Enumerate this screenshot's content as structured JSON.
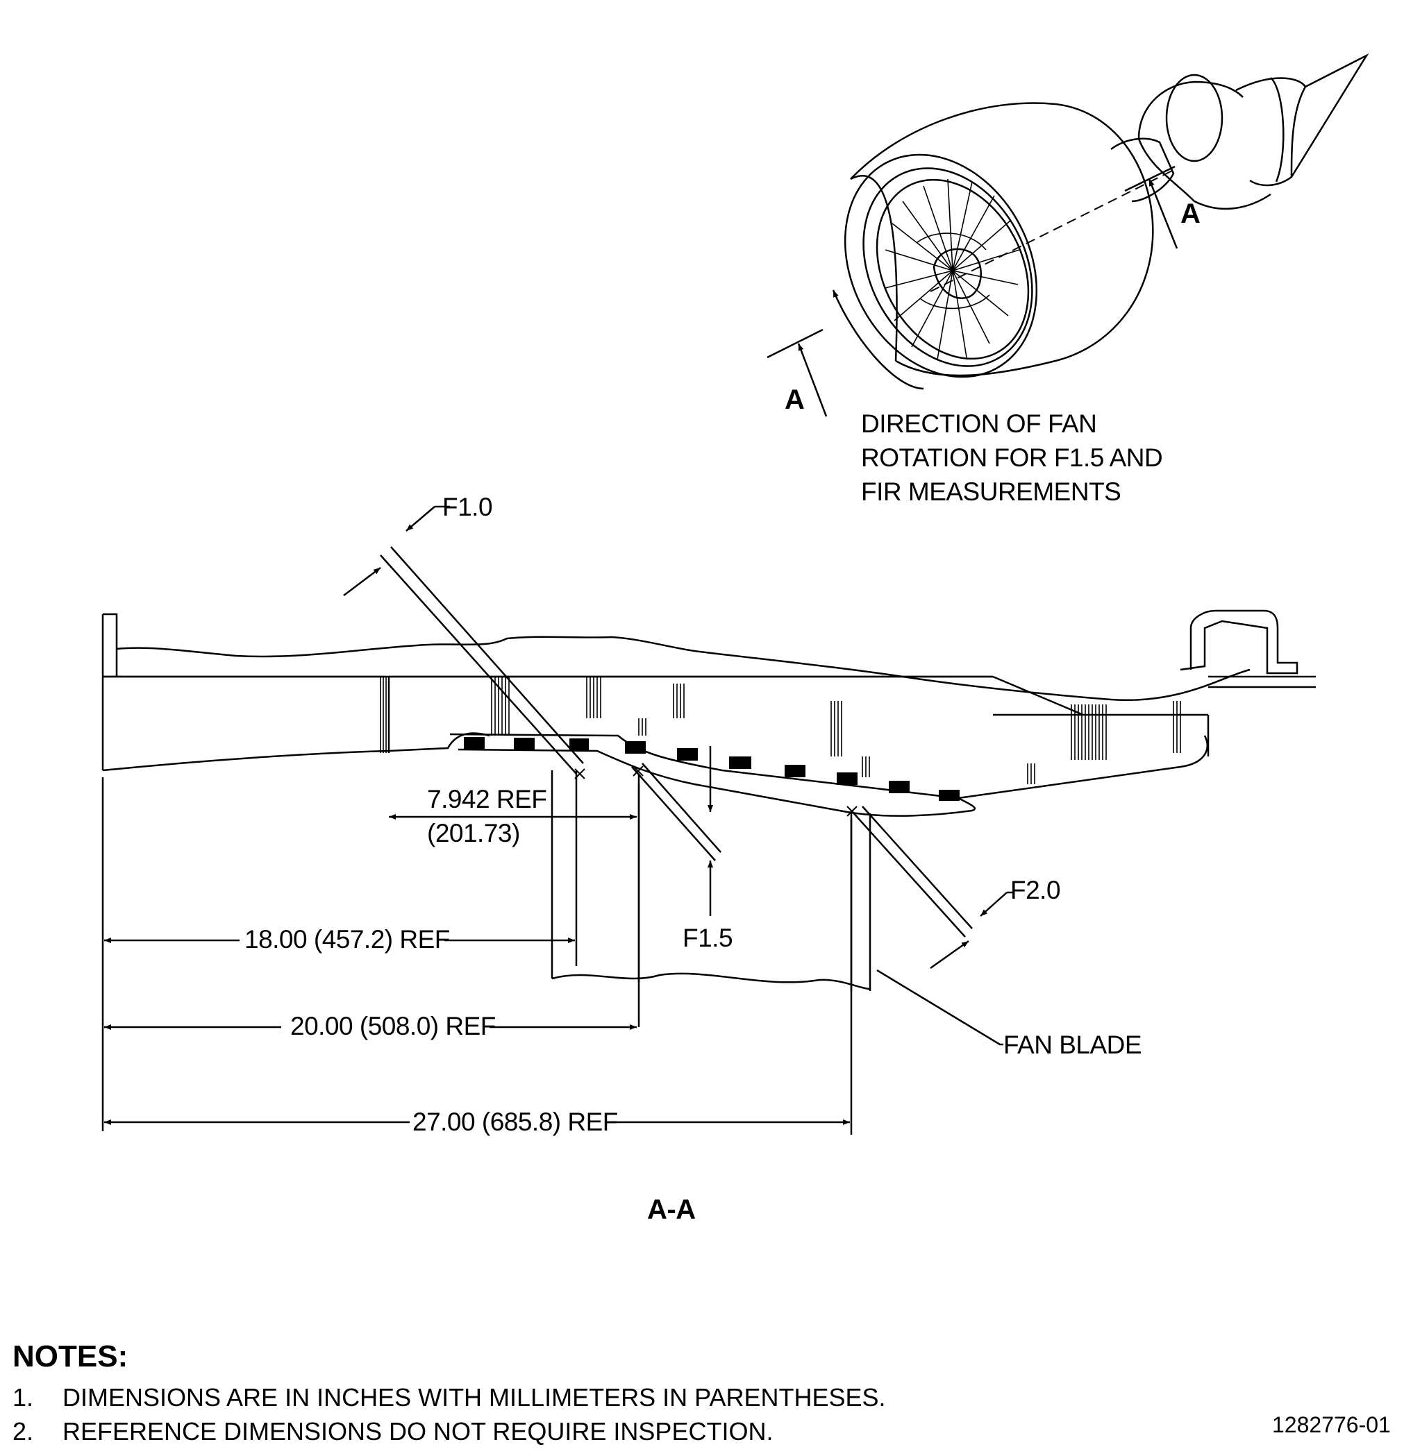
{
  "labels": {
    "section_marker": "A",
    "section_marker_top": "A",
    "rotation_note": [
      "DIRECTION OF FAN",
      "ROTATION FOR F1.5 AND",
      "FIR MEASUREMENTS"
    ],
    "f10": "F1.0",
    "f15": "F1.5",
    "f20": "F2.0",
    "dim_7942": [
      "7.942 REF",
      "(201.73)"
    ],
    "dim_18": "18.00 (457.2) REF",
    "dim_20": "20.00 (508.0) REF",
    "dim_27": "27.00 (685.8) REF",
    "fan_blade": "FAN BLADE",
    "section_title": "A-A"
  },
  "notes": {
    "title": "NOTES:",
    "items": [
      {
        "num": "1.",
        "text": "DIMENSIONS ARE IN INCHES WITH MILLIMETERS IN PARENTHESES."
      },
      {
        "num": "2.",
        "text": "REFERENCE DIMENSIONS DO NOT REQUIRE INSPECTION."
      }
    ]
  },
  "drawing_id": "1282776-01"
}
